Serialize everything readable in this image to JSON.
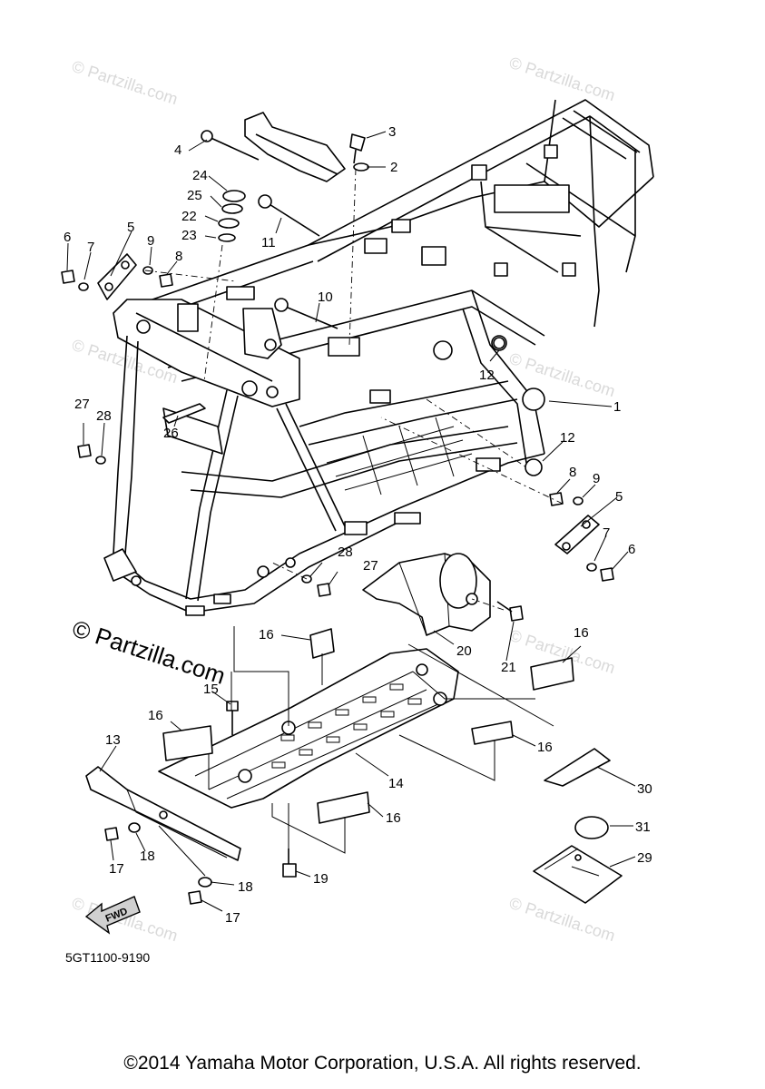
{
  "diagram": {
    "part_code": "5GT1100-9190",
    "fwd_label": "FWD",
    "watermark": "© Partzilla.com",
    "callouts": [
      {
        "id": "c1",
        "label": "1"
      },
      {
        "id": "c2",
        "label": "2"
      },
      {
        "id": "c3",
        "label": "3"
      },
      {
        "id": "c4",
        "label": "4"
      },
      {
        "id": "c5a",
        "label": "5"
      },
      {
        "id": "c5b",
        "label": "5"
      },
      {
        "id": "c6a",
        "label": "6"
      },
      {
        "id": "c6b",
        "label": "6"
      },
      {
        "id": "c7a",
        "label": "7"
      },
      {
        "id": "c7b",
        "label": "7"
      },
      {
        "id": "c8a",
        "label": "8"
      },
      {
        "id": "c8b",
        "label": "8"
      },
      {
        "id": "c9a",
        "label": "9"
      },
      {
        "id": "c9b",
        "label": "9"
      },
      {
        "id": "c10",
        "label": "10"
      },
      {
        "id": "c11",
        "label": "11"
      },
      {
        "id": "c12a",
        "label": "12"
      },
      {
        "id": "c12b",
        "label": "12"
      },
      {
        "id": "c13",
        "label": "13"
      },
      {
        "id": "c14",
        "label": "14"
      },
      {
        "id": "c15",
        "label": "15"
      },
      {
        "id": "c16a",
        "label": "16"
      },
      {
        "id": "c16b",
        "label": "16"
      },
      {
        "id": "c16c",
        "label": "16"
      },
      {
        "id": "c16d",
        "label": "16"
      },
      {
        "id": "c16e",
        "label": "16"
      },
      {
        "id": "c17a",
        "label": "17"
      },
      {
        "id": "c17b",
        "label": "17"
      },
      {
        "id": "c18a",
        "label": "18"
      },
      {
        "id": "c18b",
        "label": "18"
      },
      {
        "id": "c19",
        "label": "19"
      },
      {
        "id": "c20",
        "label": "20"
      },
      {
        "id": "c21",
        "label": "21"
      },
      {
        "id": "c22",
        "label": "22"
      },
      {
        "id": "c23",
        "label": "23"
      },
      {
        "id": "c24",
        "label": "24"
      },
      {
        "id": "c25",
        "label": "25"
      },
      {
        "id": "c26",
        "label": "26"
      },
      {
        "id": "c27a",
        "label": "27"
      },
      {
        "id": "c27b",
        "label": "27"
      },
      {
        "id": "c28a",
        "label": "28"
      },
      {
        "id": "c28b",
        "label": "28"
      },
      {
        "id": "c29",
        "label": "29"
      },
      {
        "id": "c30",
        "label": "30"
      },
      {
        "id": "c31",
        "label": "31"
      }
    ]
  },
  "footer": {
    "copyright": "©2014 Yamaha Motor Corporation, U.S.A. All rights reserved."
  }
}
